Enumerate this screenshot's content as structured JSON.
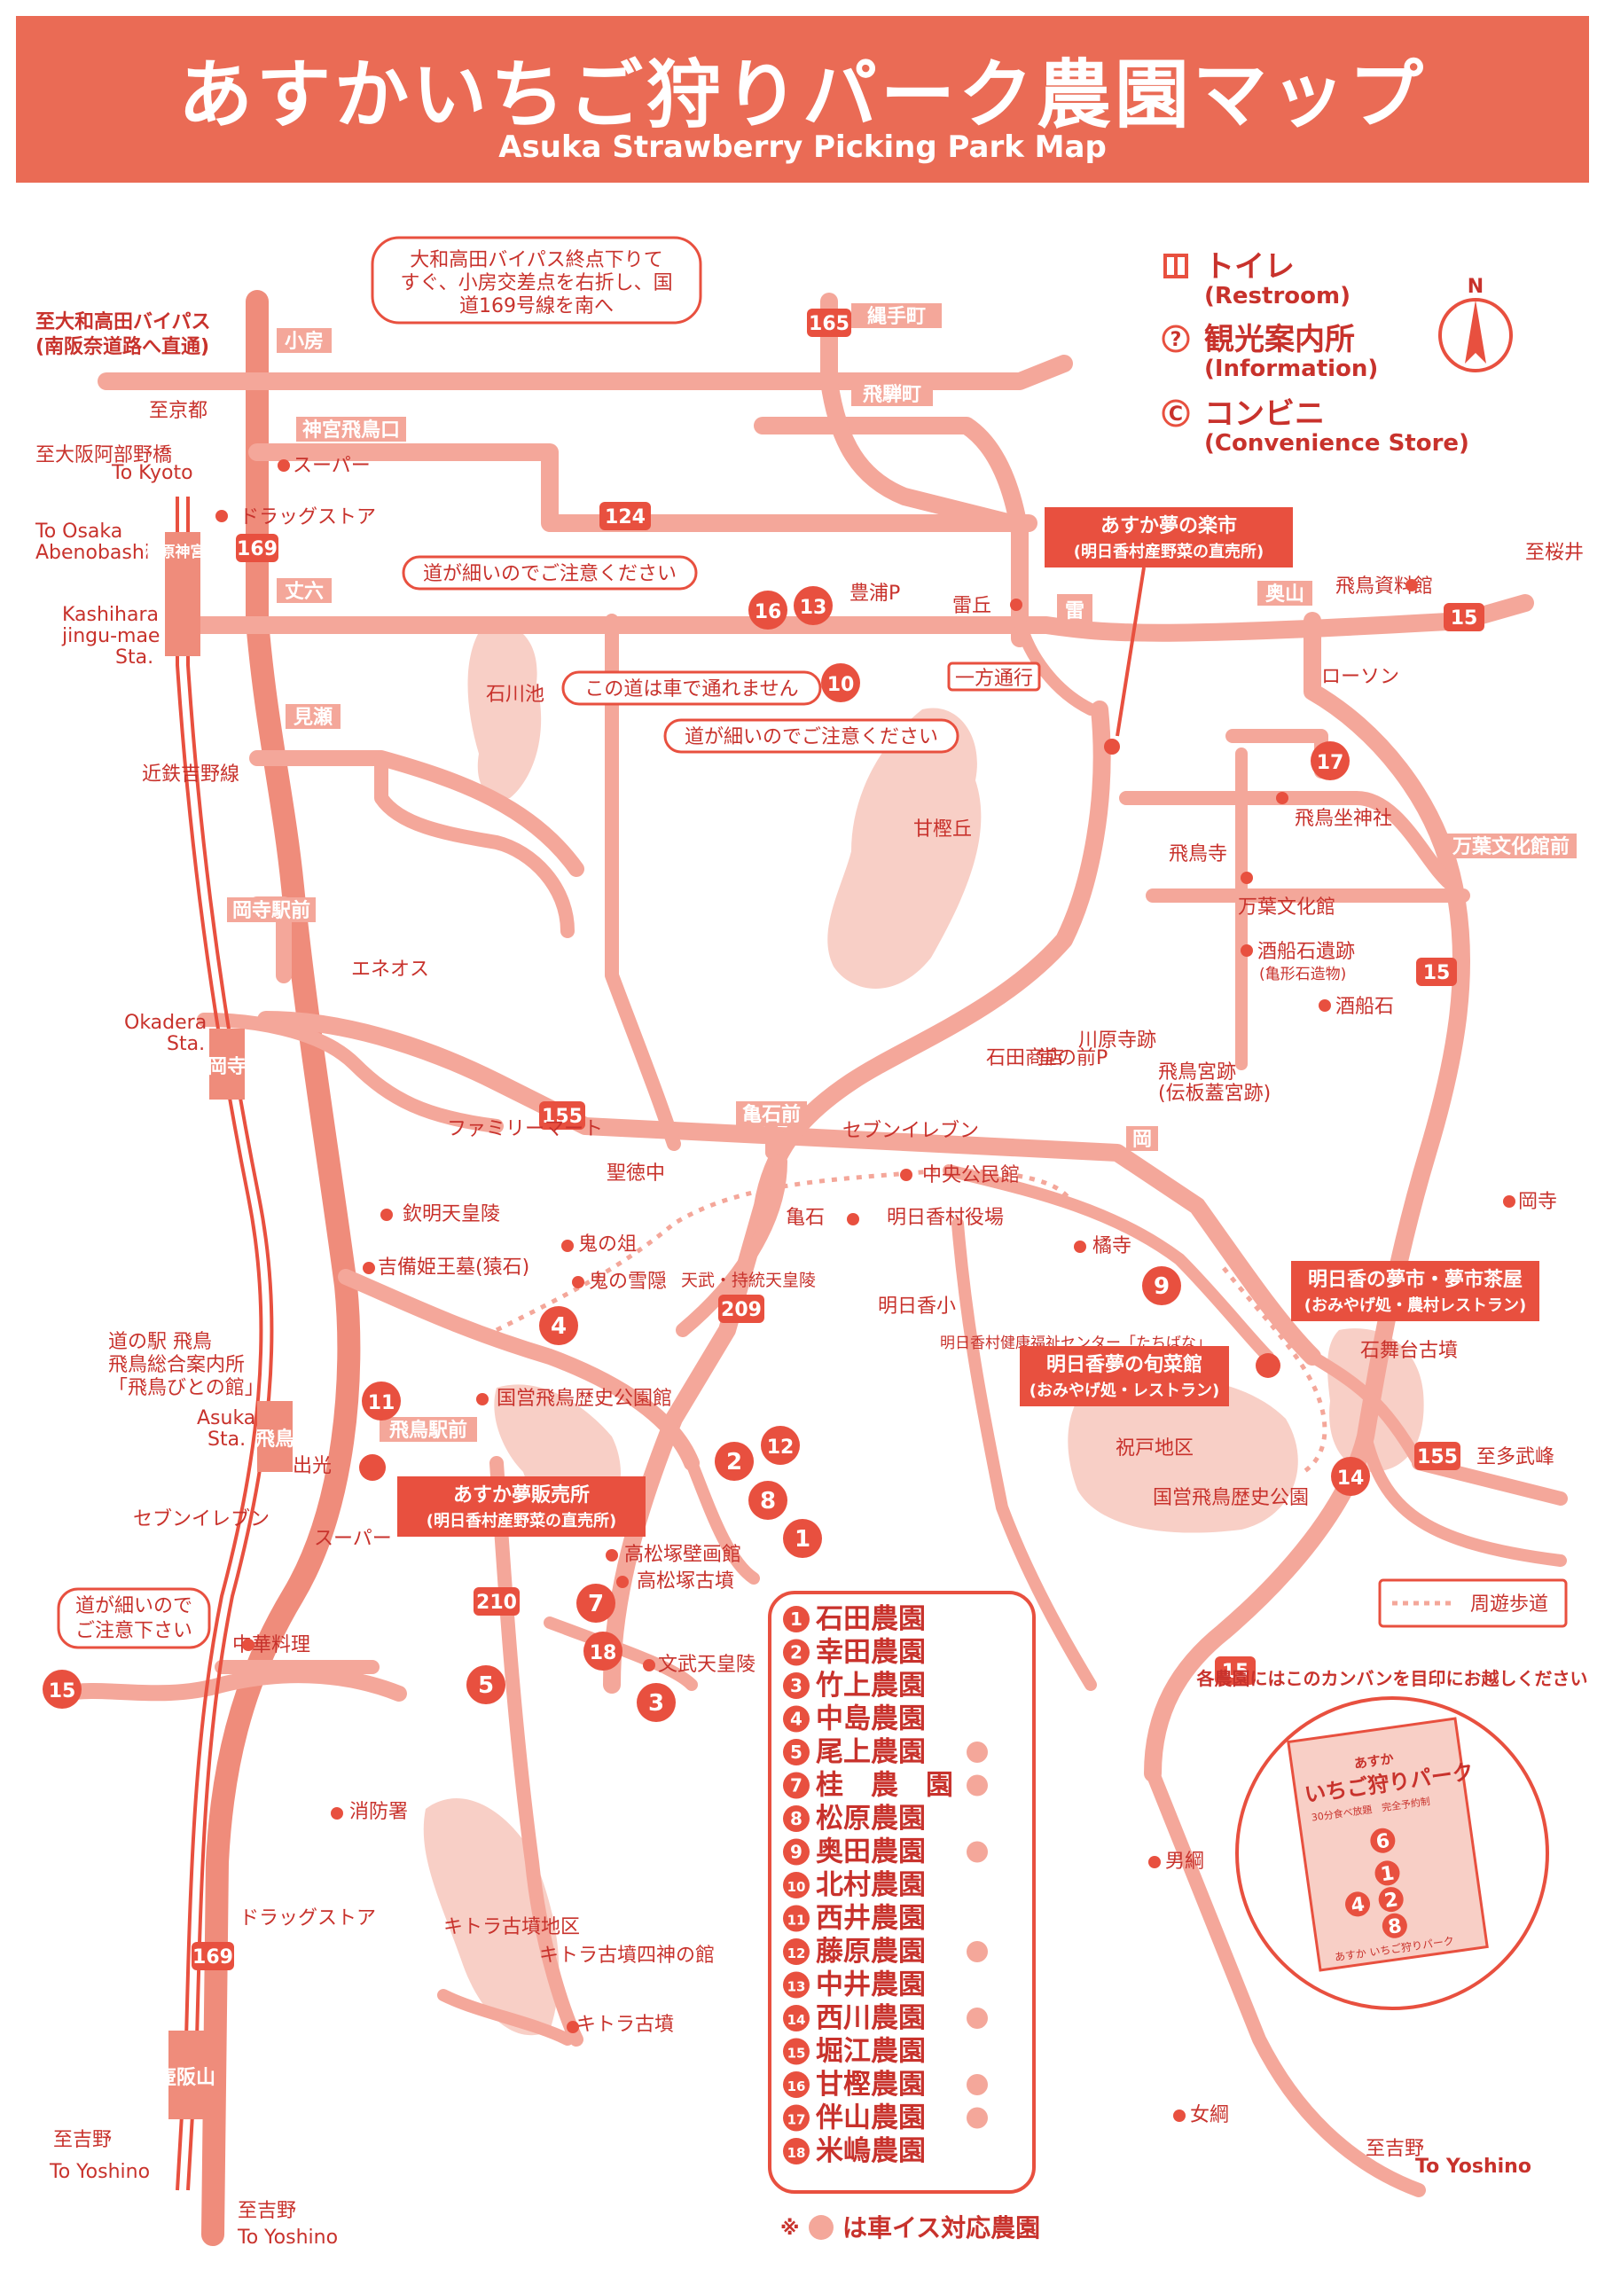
{
  "header": {
    "title": "あすかいちご狩りパーク農園マップ",
    "subtitle": "Asuka Strawberry Picking Park Map",
    "bg_color": "#ea6b55"
  },
  "colors": {
    "road": "#f4a79a",
    "road_main": "#ef8c7b",
    "accent": "#e8503f",
    "text": "#c8322c",
    "area": "#f8c7bd"
  },
  "legend": {
    "restroom": "トイレ",
    "restroom_en": "(Restroom)",
    "info": "観光案内所",
    "info_en": "(Information)",
    "conv": "コンビニ",
    "conv_en": "(Convenience Store)",
    "north": "N"
  },
  "callouts": {
    "bypass": [
      "大和高田バイパス終点下りて",
      "すぐ、小房交差点を右折し、国",
      "道169号線を南へ"
    ],
    "narrow1": "道が細いのでご注意ください",
    "narrow2": "道が細いのでご注意ください",
    "no_car": "この道は車で通れません",
    "narrow3": [
      "道が細いので",
      "ご注意下さい"
    ],
    "oneway": "一方通行"
  },
  "destinations": {
    "bypass_title": "至大和高田バイパス",
    "bypass_sub": "(南阪奈道路へ直通)",
    "kyoto_jp": "至京都",
    "kyoto_en": "To Kyoto",
    "osaka_jp": "至大阪阿部野橋",
    "osaka_en1": "To Osaka",
    "osaka_en2": "Abenobashi",
    "sakurai": "至桜井",
    "tabu": "至多武峰",
    "yoshino_jp": "至吉野",
    "yoshino_en": "To Yoshino"
  },
  "intersections": {
    "kofusa": "小房",
    "tsunate": "縄手町",
    "hida": "飛騨町",
    "jingu": "神宮飛鳥口",
    "joroku": "丈六",
    "mise": "見瀬",
    "okadera_st": "岡寺駅前",
    "kameishi": "亀石前",
    "oku": "奥山",
    "manyo": "万葉文化館前",
    "oka": "岡",
    "asuka_st": "飛鳥駅前",
    "ikazuchi": "雷"
  },
  "stations": {
    "kashihara_jp": "橿原神宮前",
    "kashihara_en1": "Kashihara",
    "kashihara_en2": "jingu-mae",
    "kashihara_en3": "Sta.",
    "okadera_jp": "岡寺",
    "okadera_en1": "Okadera",
    "okadera_en2": "Sta.",
    "asuka_jp": "飛鳥",
    "asuka_en1": "Asuka",
    "asuka_en2": "Sta.",
    "line_kintetsu": "近鉄吉野線",
    "tsubosaka": "壷阪山"
  },
  "routes": [
    "169",
    "165",
    "124",
    "155",
    "209",
    "210",
    "15"
  ],
  "places": {
    "super1": "スーパー",
    "drug1": "ドラッグストア",
    "ishikawa": "石川池",
    "amakashi": "甘樫丘",
    "hoshi": "豊浦P",
    "ikazuchi_oka": "雷丘",
    "asuka_shiryo": "飛鳥資料館",
    "lawson": "ローソン",
    "asukaniimasu": "飛鳥坐神社",
    "manyo_kan": "万葉文化館",
    "asukadera": "飛鳥寺",
    "sakafune": "酒船石遺跡",
    "sakafune_sub": "(亀形石造物)",
    "sakafune_ishi": "酒船石",
    "kawahara": "川原寺跡",
    "dounomae": "堂の前P",
    "ishida_shop": "石田商店",
    "seven1": "セブンイレブン",
    "miyaato": "飛鳥宮跡",
    "miyaato_sub": "(伝板蓋宮跡)",
    "eneos": "エネオス",
    "famima": "ファミリーマート",
    "shotoku": "聖徳中",
    "chuo": "中央公民館",
    "kameishi_p": "亀石",
    "yakuba": "明日香村役場",
    "kinmei": "欽明天皇陵",
    "kibi": "吉備姫王墓(猿石)",
    "onimanaita": "鬼の俎",
    "onisetsu": "鬼の雪隠",
    "tenmu": "天武・持統天皇陵",
    "asukasho": "明日香小",
    "tachibana": "橘寺",
    "okadera_t": "岡寺",
    "kenko": "明日香村健康福祉センター「たちばな」",
    "michinoeki1": "道の駅 飛鳥",
    "michinoeki2": "飛鳥総合案内所",
    "michinoeki3": "「飛鳥びとの館」",
    "kokuei": "国営飛鳥歴史公園館",
    "takamatsu_h": "高松塚壁画館",
    "takamatsu": "高松塚古墳",
    "monmu": "文武天皇陵",
    "deko": "出光",
    "seven2": "セブンイレブン",
    "super2": "スーパー",
    "chuka": "中華料理",
    "shobo": "消防署",
    "drug2": "ドラッグストア",
    "kitora_area": "キトラ古墳地区",
    "kitora_kan": "キトラ古墳四神の館",
    "kitora": "キトラ古墳",
    "iwaido": "祝戸地区",
    "kokuei2": "国営飛鳥歴史公園",
    "ishibutai": "石舞台古墳",
    "otokotsuna": "男綱",
    "onnatsuna": "女綱"
  },
  "shops": {
    "yume_name": "あすか夢の楽市",
    "yume_sub": "(明日香村産野菜の直売所)",
    "hanbai_name": "あすか夢販売所",
    "hanbai_sub": "(明日香村産野菜の直売所)",
    "shunsai_name": "明日香夢の旬菜館",
    "shunsai_sub": "(おみやげ処・レストラン)",
    "yumechaya_name": "明日香の夢市・夢市茶屋",
    "yumechaya_sub": "(おみやげ処・農村レストラン)"
  },
  "walking_path": "周遊歩道",
  "farms": [
    {
      "num": "1",
      "name": "石田農園",
      "wheelchair": false
    },
    {
      "num": "2",
      "name": "幸田農園",
      "wheelchair": false
    },
    {
      "num": "3",
      "name": "竹上農園",
      "wheelchair": false
    },
    {
      "num": "4",
      "name": "中島農園",
      "wheelchair": false
    },
    {
      "num": "5",
      "name": "尾上農園",
      "wheelchair": true
    },
    {
      "num": "7",
      "name": "桂　農　園",
      "wheelchair": true
    },
    {
      "num": "8",
      "name": "松原農園",
      "wheelchair": false
    },
    {
      "num": "9",
      "name": "奥田農園",
      "wheelchair": true
    },
    {
      "num": "10",
      "name": "北村農園",
      "wheelchair": false
    },
    {
      "num": "11",
      "name": "西井農園",
      "wheelchair": false
    },
    {
      "num": "12",
      "name": "藤原農園",
      "wheelchair": true
    },
    {
      "num": "13",
      "name": "中井農園",
      "wheelchair": false
    },
    {
      "num": "14",
      "name": "西川農園",
      "wheelchair": true
    },
    {
      "num": "15",
      "name": "堀江農園",
      "wheelchair": false
    },
    {
      "num": "16",
      "name": "甘樫農園",
      "wheelchair": true
    },
    {
      "num": "17",
      "name": "伴山農園",
      "wheelchair": true
    },
    {
      "num": "18",
      "name": "米嶋農園",
      "wheelchair": false
    }
  ],
  "farm_note": "※",
  "farm_note2": "は車イス対応農園",
  "signboard": {
    "caption": "各農園にはこのカンバンを目印にお越しください",
    "top_small": "あすか",
    "title": "いちご狩りパーク",
    "sub": "30分食べ放題　完全予約制",
    "num6": "6",
    "num1": "1",
    "num2": "2",
    "num4": "4",
    "num8": "8",
    "footer": "あすか いちご狩りパーク"
  }
}
